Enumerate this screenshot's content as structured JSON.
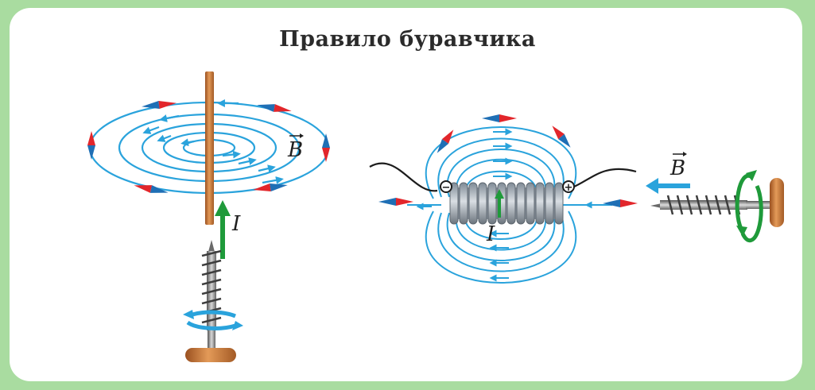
{
  "title": "Правило буравчика",
  "labels": {
    "wire_field": "B",
    "wire_current": "I",
    "coil_current": "I",
    "coil_field": "B",
    "terminal_minus": "−",
    "terminal_plus": "+"
  },
  "colors": {
    "frame": "#a9dca0",
    "field_line": "#2aa3dc",
    "arrow_green": "#1f9a3a",
    "conductor": "#c8702e",
    "compass_red": "#e2262b",
    "compass_blue": "#1f6fb5"
  }
}
